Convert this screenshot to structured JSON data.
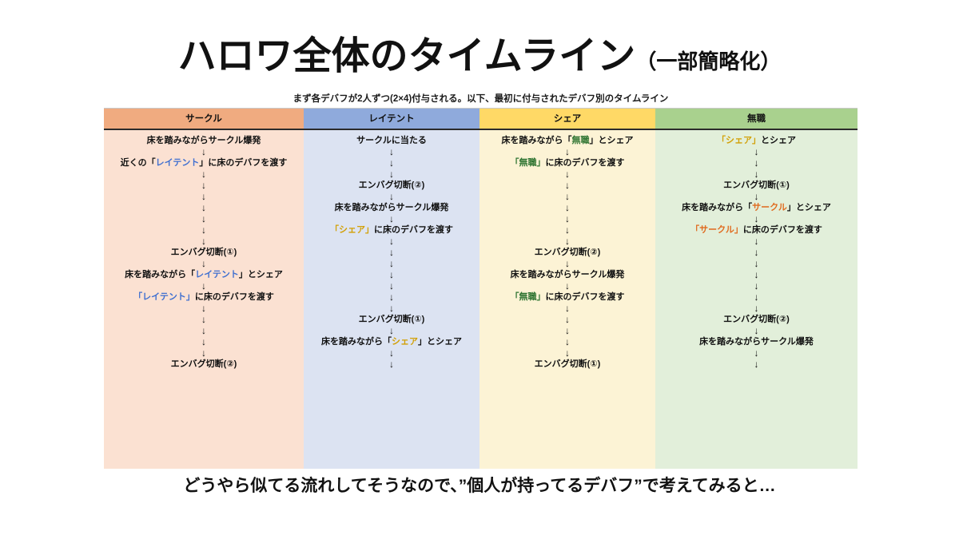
{
  "title": {
    "main": "ハロワ全体のタイムライン",
    "suffix": "（一部簡略化）"
  },
  "table": {
    "caption": "まず各デバフが2人ずつ(2×4)付与される。以下、最初に付与されたデバフ別のタイムライン",
    "headers": [
      {
        "label": "サークル",
        "color": "#F0AB80",
        "body_color": "#FBE1D2"
      },
      {
        "label": "レイテント",
        "color": "#8FAADC",
        "body_color": "#DCE3F2"
      },
      {
        "label": "シェア",
        "color": "#FFD966",
        "body_color": "#FCF3D5"
      },
      {
        "label": "無職",
        "color": "#A9D18E",
        "body_color": "#E2EFDA"
      }
    ],
    "columns": [
      {
        "name": "サークル",
        "steps": [
          {
            "type": "text",
            "parts": [
              {
                "t": "床を踏みながらサークル爆発",
                "c": ""
              }
            ]
          },
          {
            "type": "arrow"
          },
          {
            "type": "text",
            "parts": [
              {
                "t": "近くの「",
                "c": ""
              },
              {
                "t": "レイテント",
                "c": "latent"
              },
              {
                "t": "」に床のデバフを渡す",
                "c": ""
              }
            ]
          },
          {
            "type": "arrow"
          },
          {
            "type": "arrow"
          },
          {
            "type": "arrow"
          },
          {
            "type": "arrow"
          },
          {
            "type": "arrow"
          },
          {
            "type": "arrow"
          },
          {
            "type": "arrow"
          },
          {
            "type": "text",
            "parts": [
              {
                "t": "エンバグ切断(①)",
                "c": ""
              }
            ]
          },
          {
            "type": "arrow"
          },
          {
            "type": "text",
            "parts": [
              {
                "t": "床を踏みながら「",
                "c": ""
              },
              {
                "t": "レイテント",
                "c": "latent"
              },
              {
                "t": "」とシェア",
                "c": ""
              }
            ]
          },
          {
            "type": "arrow"
          },
          {
            "type": "text",
            "parts": [
              {
                "t": "「",
                "c": "latent"
              },
              {
                "t": "レイテント",
                "c": "latent"
              },
              {
                "t": "」",
                "c": "latent"
              },
              {
                "t": "に床のデバフを渡す",
                "c": ""
              }
            ]
          },
          {
            "type": "arrow"
          },
          {
            "type": "arrow"
          },
          {
            "type": "arrow"
          },
          {
            "type": "arrow"
          },
          {
            "type": "arrow"
          },
          {
            "type": "text",
            "parts": [
              {
                "t": "エンバグ切断(②)",
                "c": ""
              }
            ]
          }
        ]
      },
      {
        "name": "レイテント",
        "steps": [
          {
            "type": "text",
            "parts": [
              {
                "t": "サークルに当たる",
                "c": ""
              }
            ]
          },
          {
            "type": "arrow"
          },
          {
            "type": "arrow"
          },
          {
            "type": "arrow"
          },
          {
            "type": "text",
            "parts": [
              {
                "t": "エンバグ切断(②)",
                "c": ""
              }
            ]
          },
          {
            "type": "arrow"
          },
          {
            "type": "text",
            "parts": [
              {
                "t": "床を踏みながらサークル爆発",
                "c": ""
              }
            ]
          },
          {
            "type": "arrow"
          },
          {
            "type": "text",
            "parts": [
              {
                "t": "「",
                "c": "share"
              },
              {
                "t": "シェア",
                "c": "share"
              },
              {
                "t": "」",
                "c": "share"
              },
              {
                "t": "に床のデバフを渡す",
                "c": ""
              }
            ]
          },
          {
            "type": "arrow"
          },
          {
            "type": "arrow"
          },
          {
            "type": "arrow"
          },
          {
            "type": "arrow"
          },
          {
            "type": "arrow"
          },
          {
            "type": "arrow"
          },
          {
            "type": "arrow"
          },
          {
            "type": "text",
            "parts": [
              {
                "t": "エンバグ切断(①)",
                "c": ""
              }
            ]
          },
          {
            "type": "arrow"
          },
          {
            "type": "text",
            "parts": [
              {
                "t": "床を踏みながら「",
                "c": ""
              },
              {
                "t": "シェア",
                "c": "share"
              },
              {
                "t": "」とシェア",
                "c": ""
              }
            ]
          },
          {
            "type": "arrow"
          },
          {
            "type": "arrow"
          }
        ]
      },
      {
        "name": "シェア",
        "steps": [
          {
            "type": "text",
            "parts": [
              {
                "t": "床を踏みながら「",
                "c": ""
              },
              {
                "t": "無職",
                "c": "none"
              },
              {
                "t": "」とシェア",
                "c": ""
              }
            ]
          },
          {
            "type": "arrow"
          },
          {
            "type": "text",
            "parts": [
              {
                "t": "「",
                "c": "none"
              },
              {
                "t": "無職",
                "c": "none"
              },
              {
                "t": "」",
                "c": "none"
              },
              {
                "t": "に床のデバフを渡す",
                "c": ""
              }
            ]
          },
          {
            "type": "arrow"
          },
          {
            "type": "arrow"
          },
          {
            "type": "arrow"
          },
          {
            "type": "arrow"
          },
          {
            "type": "arrow"
          },
          {
            "type": "arrow"
          },
          {
            "type": "arrow"
          },
          {
            "type": "text",
            "parts": [
              {
                "t": "エンバグ切断(②)",
                "c": ""
              }
            ]
          },
          {
            "type": "arrow"
          },
          {
            "type": "text",
            "parts": [
              {
                "t": "床を踏みながらサークル爆発",
                "c": ""
              }
            ]
          },
          {
            "type": "arrow"
          },
          {
            "type": "text",
            "parts": [
              {
                "t": "「",
                "c": "none"
              },
              {
                "t": "無職",
                "c": "none"
              },
              {
                "t": "」",
                "c": "none"
              },
              {
                "t": "に床のデバフを渡す",
                "c": ""
              }
            ]
          },
          {
            "type": "arrow"
          },
          {
            "type": "arrow"
          },
          {
            "type": "arrow"
          },
          {
            "type": "arrow"
          },
          {
            "type": "arrow"
          },
          {
            "type": "text",
            "parts": [
              {
                "t": "エンバグ切断(①)",
                "c": ""
              }
            ]
          }
        ]
      },
      {
        "name": "無職",
        "steps": [
          {
            "type": "text",
            "parts": [
              {
                "t": "「",
                "c": "share"
              },
              {
                "t": "シェア",
                "c": "share"
              },
              {
                "t": "」",
                "c": "share"
              },
              {
                "t": "とシェア",
                "c": ""
              }
            ]
          },
          {
            "type": "arrow"
          },
          {
            "type": "arrow"
          },
          {
            "type": "arrow"
          },
          {
            "type": "text",
            "parts": [
              {
                "t": "エンバグ切断(①)",
                "c": ""
              }
            ]
          },
          {
            "type": "arrow"
          },
          {
            "type": "text",
            "parts": [
              {
                "t": "床を踏みながら「",
                "c": ""
              },
              {
                "t": "サークル",
                "c": "circle"
              },
              {
                "t": "」とシェア",
                "c": ""
              }
            ]
          },
          {
            "type": "arrow"
          },
          {
            "type": "text",
            "parts": [
              {
                "t": "「",
                "c": "circle"
              },
              {
                "t": "サークル",
                "c": "circle"
              },
              {
                "t": "」",
                "c": "circle"
              },
              {
                "t": "に床のデバフを渡す",
                "c": ""
              }
            ]
          },
          {
            "type": "arrow"
          },
          {
            "type": "arrow"
          },
          {
            "type": "arrow"
          },
          {
            "type": "arrow"
          },
          {
            "type": "arrow"
          },
          {
            "type": "arrow"
          },
          {
            "type": "arrow"
          },
          {
            "type": "text",
            "parts": [
              {
                "t": "エンバグ切断(②)",
                "c": ""
              }
            ]
          },
          {
            "type": "arrow"
          },
          {
            "type": "text",
            "parts": [
              {
                "t": "床を踏みながらサークル爆発",
                "c": ""
              }
            ]
          },
          {
            "type": "arrow"
          },
          {
            "type": "arrow"
          }
        ]
      }
    ]
  },
  "footer": "どうやら似てる流れしてそうなので、”個人が持ってるデバフ”で考えてみると…",
  "colors": {
    "circle": "#E06B1F",
    "latent": "#3F6FD0",
    "share": "#D2A006",
    "none": "#2E7431"
  }
}
